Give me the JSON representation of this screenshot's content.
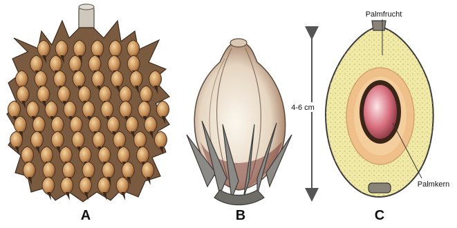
{
  "panels": [
    {
      "label": "A"
    },
    {
      "label": "B"
    },
    {
      "label": "C"
    }
  ],
  "measure": {
    "text": "4-6 cm"
  },
  "callouts": {
    "fruit": "Palmfrucht",
    "kernel": "Palmkern"
  },
  "colors": {
    "scale_brown": "#b07a4a",
    "scale_light": "#e8c089",
    "scale_dark": "#5a3a22",
    "husk": "#7a6e62",
    "fruit_cream": "#f1eaa7",
    "mesocarp": "#f0c08a",
    "shell": "#3b2418",
    "kernel_pink": "#d56a7a",
    "text": "#111111"
  },
  "icons": [
    "double-arrow-icon"
  ]
}
